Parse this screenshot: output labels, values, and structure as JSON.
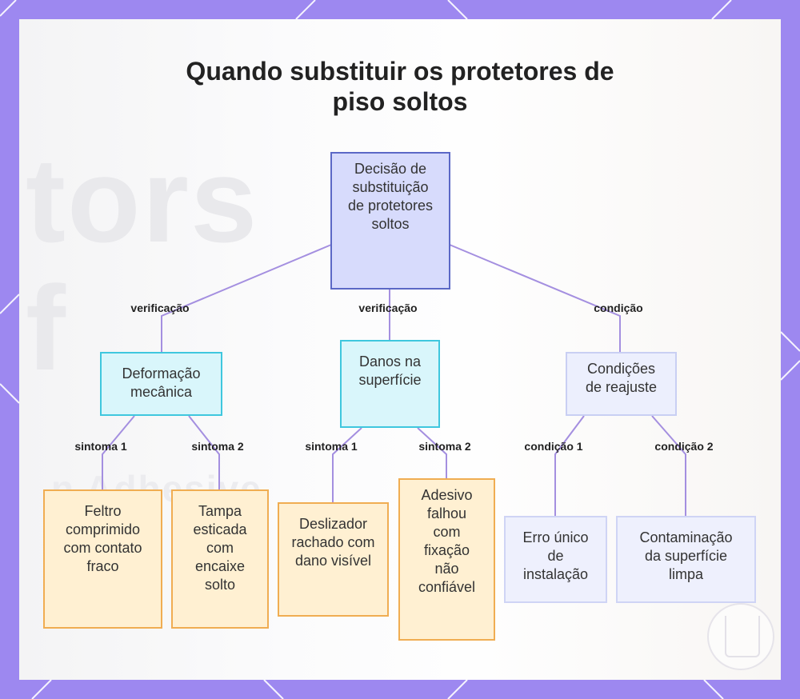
{
  "title": "Quando substituir os protetores de piso soltos",
  "background_text": {
    "line1": "tors",
    "line2": "f",
    "line3": "n Adhesive"
  },
  "colors": {
    "frame": "#9d88f0",
    "root_fill": "#d7dbfc",
    "root_border": "#5b68c6",
    "branch_teal": "#3fc7de",
    "leaf_orange": "#f0ad52",
    "leaf_lavender": "#cfd4f5",
    "connector": "#a48fe0"
  },
  "nodes": {
    "root": "Decisão de substituição de protetores soltos",
    "deformation": "Deformação mecânica",
    "surface_damage": "Danos na superfície",
    "conditions": "Condições de reajuste",
    "felt": "Feltro comprimido com contato fraco",
    "cap": "Tampa esticada com encaixe solto",
    "slider": "Deslizador rachado com dano visível",
    "adhesive": "Adesivo falhou com fixação não confiável",
    "single_install": "Erro único de instalação",
    "contamination": "Contaminação da superfície limpa"
  },
  "edge_labels": {
    "root_deformation": "verificação",
    "root_surface": "verificação",
    "root_conditions": "condição",
    "def_felt": "sintoma 1",
    "def_cap": "sintoma 2",
    "surf_slider": "sintoma 1",
    "surf_adhesive": "sintoma 2",
    "cond_single": "condição 1",
    "cond_contam": "condição 2"
  }
}
